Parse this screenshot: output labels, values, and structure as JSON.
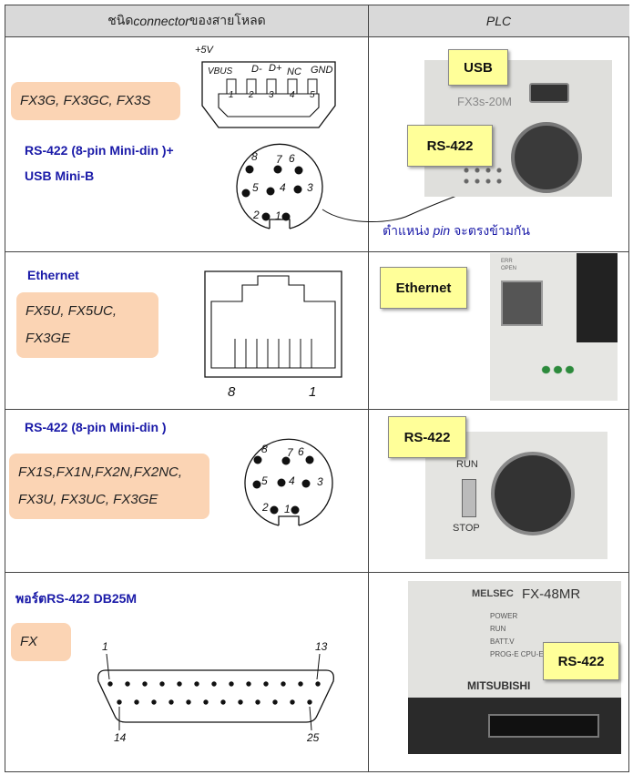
{
  "header": {
    "col1_prefix": "ชนิด ",
    "col1_italic": "connector",
    "col1_suffix": " ของสายโหลด",
    "col2": "PLC"
  },
  "row1": {
    "models": "FX3G, FX3GC, FX3S",
    "connector_label_line1": "RS-422 (8-pin Mini-din )+",
    "connector_label_line2": "USB Mini-B",
    "usb_voltage": "+5V",
    "usb_pins": [
      "1",
      "2",
      "3",
      "4",
      "5"
    ],
    "usb_pin_names": [
      "VBUS",
      "D-",
      "D+",
      "NC",
      "GND"
    ],
    "minidin_pins": [
      "8",
      "7",
      "6",
      "5",
      "4",
      "3",
      "2",
      "1"
    ],
    "note_prefix": "ตำแหน่ง ",
    "note_italic": "pin",
    "note_suffix": " จะตรงข้ามกัน",
    "callout_usb": "USB",
    "callout_rs422": "RS-422",
    "photo_text": "FX3s-20M"
  },
  "row2": {
    "connector_label": "Ethernet",
    "models_line1": "FX5U, FX5UC,",
    "models_line2": "FX3GE",
    "pin_left": "8",
    "pin_right": "1",
    "callout": "Ethernet",
    "photo_led1": "ERR",
    "photo_led2": "OPEN"
  },
  "row3": {
    "connector_label": "RS-422 (8-pin Mini-din )",
    "models_line1": "FX1S,FX1N,FX2N,FX2NC,",
    "models_line2": "FX3U, FX3UC, FX3GE",
    "minidin_pins": [
      "8",
      "7",
      "6",
      "5",
      "4",
      "3",
      "2",
      "1"
    ],
    "callout": "RS-422",
    "switch_top": "RUN",
    "switch_bottom": "STOP"
  },
  "row4": {
    "connector_label": "พอร์ตRS-422 DB25M",
    "models": "FX",
    "db_pin_1": "1",
    "db_pin_13": "13",
    "db_pin_14": "14",
    "db_pin_25": "25",
    "callout": "RS-422",
    "photo_brand": "MELSEC",
    "photo_model": "FX-48MR",
    "photo_leds": [
      "POWER",
      "RUN",
      "BATT.V",
      "PROG-E CPU-E"
    ],
    "photo_maker": "MITSUBISHI"
  }
}
